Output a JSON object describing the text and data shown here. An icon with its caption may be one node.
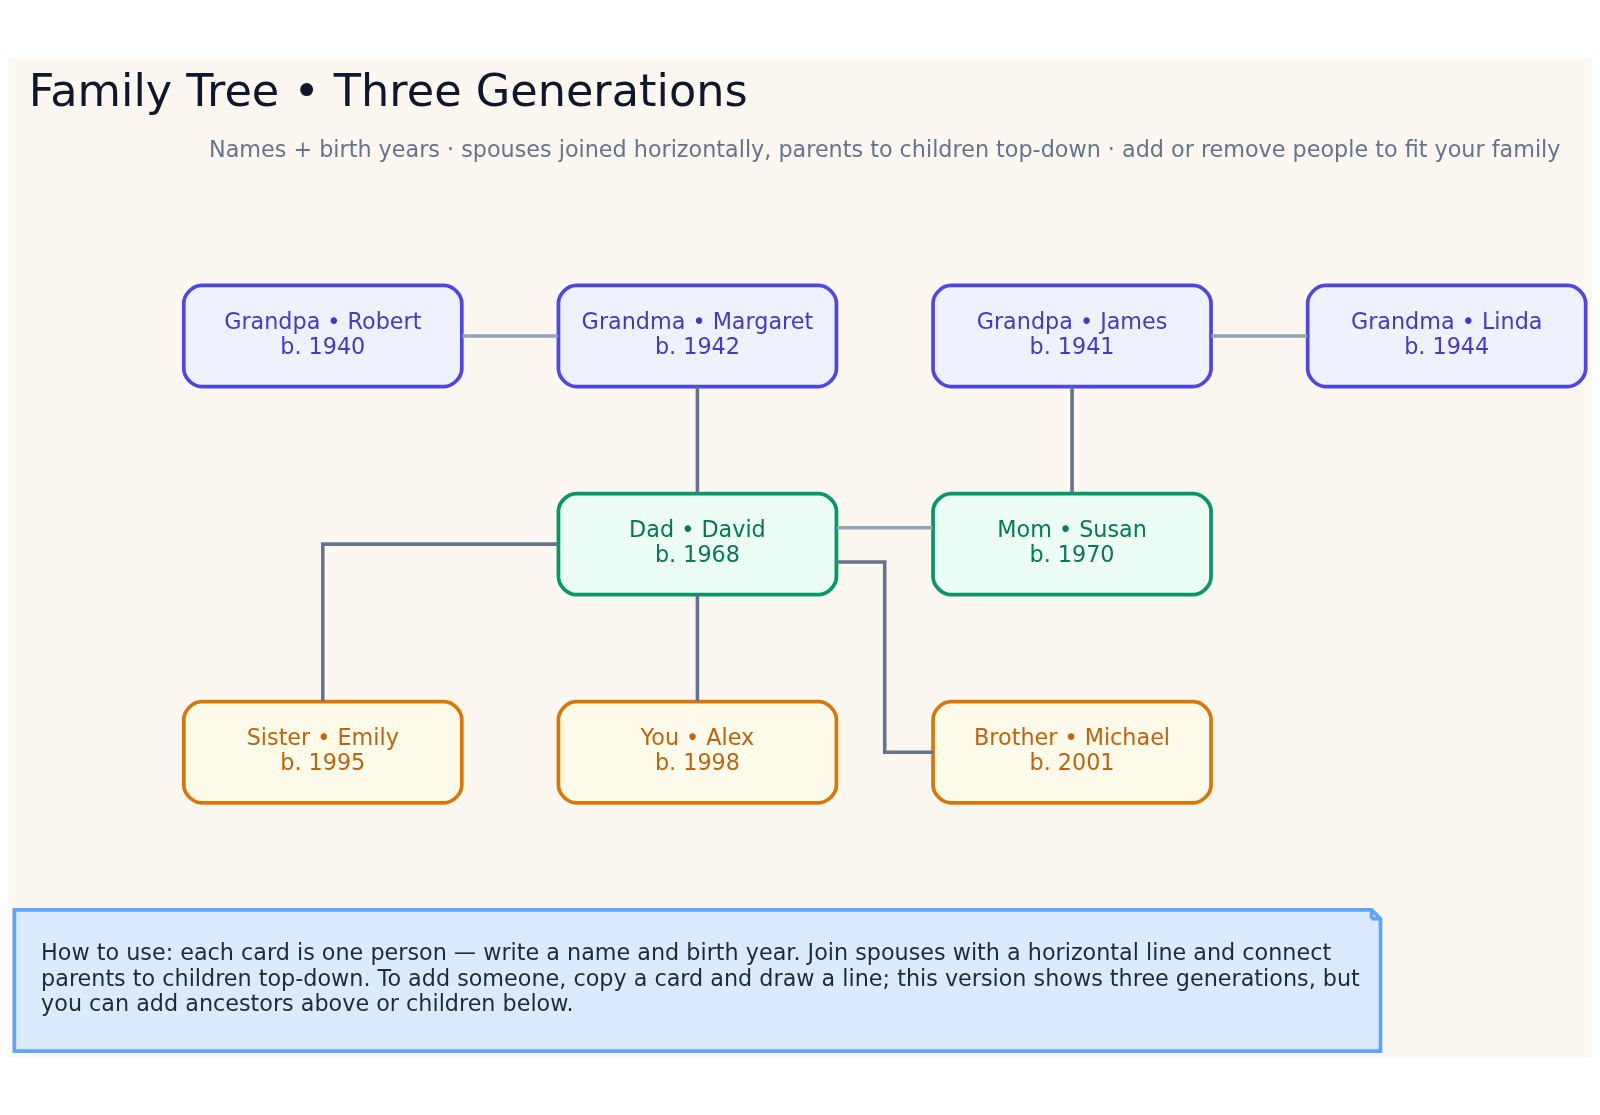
{
  "diagram": {
    "title": "Family Tree • Three Generations",
    "nodes": [
      {
        "text": [
          "Grandpa • Robert",
          "b. 1940"
        ]
      },
      {
        "text": [
          "Grandma • Margaret",
          "b. 1942"
        ]
      },
      {
        "text": [
          "Grandpa • James",
          "b. 1941"
        ]
      },
      {
        "text": [
          "Grandma • Linda",
          "b. 1944"
        ]
      },
      {
        "text": [
          "Dad • David",
          "b. 1968"
        ]
      },
      {
        "text": [
          "Mom • Susan",
          "b. 1970"
        ]
      },
      {
        "text": [
          "Sister • Emily",
          "b. 1995"
        ]
      },
      {
        "text": [
          "You • Alex",
          "b. 1998"
        ]
      },
      {
        "text": [
          "Brother • Michael",
          "b. 2001"
        ]
      },
      {
        "text": [
          "How to use: each card is one person — write a name and birth year. Join spouses with a horizontal line and connect parents to children top-down. To add someone, copy a card and draw a line; this version shows three generations, but you can add ancestors above or children below."
        ]
      }
    ],
    "edges": [
      {
        "from": 0,
        "to": 1,
        "arrow": "none",
        "color": "#94a3b8"
      },
      {
        "from": 2,
        "to": 3,
        "arrow": "none",
        "color": "#94a3b8"
      },
      {
        "from": 1,
        "to": 4,
        "arrow": "none"
      },
      {
        "from": 2,
        "to": 5,
        "arrow": "none"
      },
      {
        "from": 4,
        "to": 5,
        "arrow": "none",
        "color": "#94a3b8"
      },
      {
        "from": 4,
        "to": 6,
        "arrow": "none"
      },
      {
        "from": 4,
        "to": 7,
        "arrow": "none"
      },
      {
        "from": 4,
        "to": 8,
        "arrow": "none"
      }
    ],
    "labels": [
      "Names + birth years · spouses joined horizontally, parents to children top-down · add or remove people to fit your family"
    ]
  }
}
